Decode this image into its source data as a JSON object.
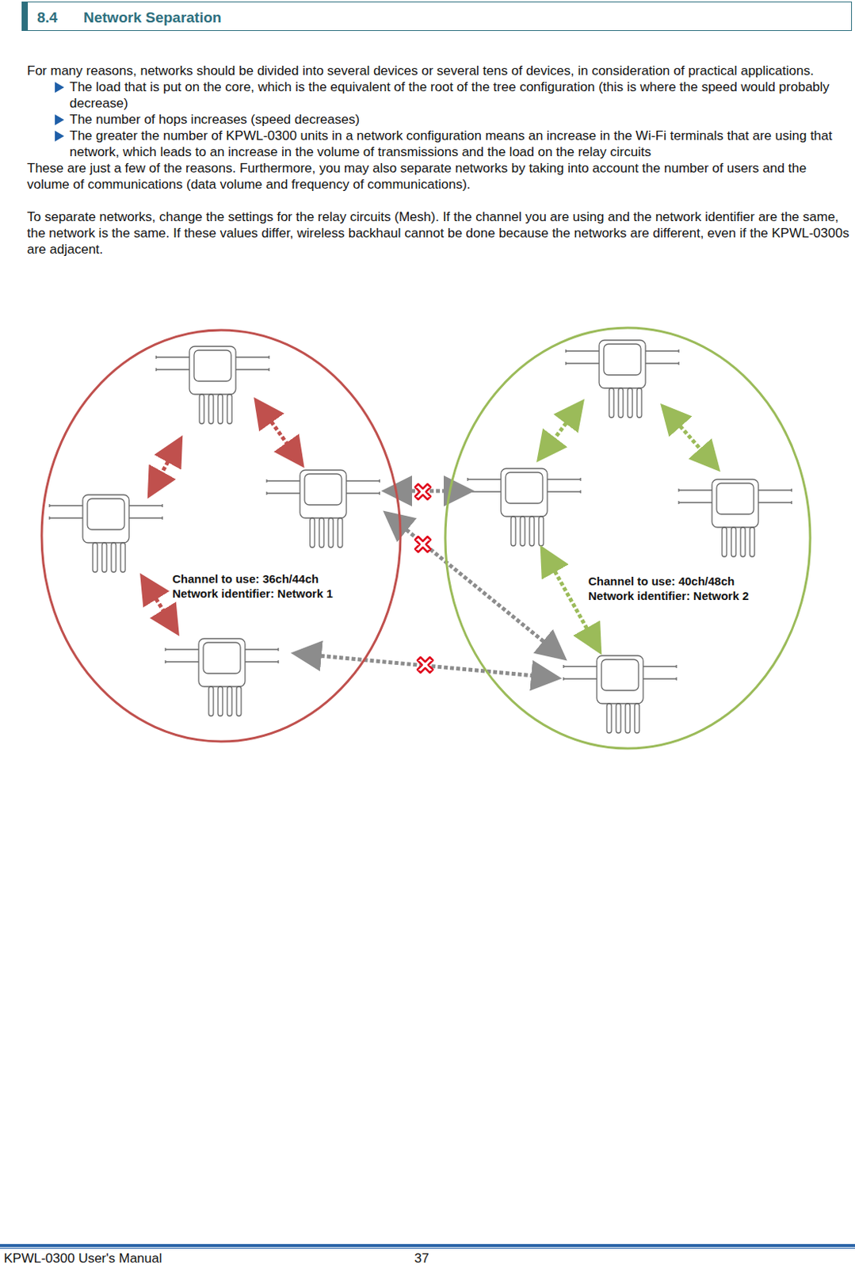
{
  "diagram": {
    "title": "Network Separation",
    "nodes": [
      {
        "text": [
          "Channel to use: 36ch/44ch Network identifier: Network 1"
        ]
      },
      {
        "text": [
          "Channel to use: 40ch/48ch Network identifier: Network 2"
        ]
      }
    ],
    "edges": [],
    "labels": [
      "8.4",
      "For many reasons, networks should be divided into several devices or several tens of devices, in consideration of practical applications.",
      "The load that is put on the core, which is the equivalent of the root of the tree configuration (this is where the speed would probably decrease)",
      "The number of hops increases (speed decreases)",
      "The greater the number of KPWL-0300 units in a network configuration means an increase in the Wi-Fi terminals that are using that network, which leads to an increase in the volume of transmissions and the load on the relay circuits",
      "These are just a few of the reasons. Furthermore, you may also separate networks by taking into account the number of users and the volume of communications (data volume and frequency of communications).",
      "To separate networks, change the settings for the relay circuits (Mesh). If the channel you are using and the network identifier are the same, the network is the same. If these values differ, wireless backhaul cannot be done because the networks are different, even if the KPWL-0300s are adjacent.",
      "KPWL-0300 User's Manual",
      "37"
    ]
  }
}
